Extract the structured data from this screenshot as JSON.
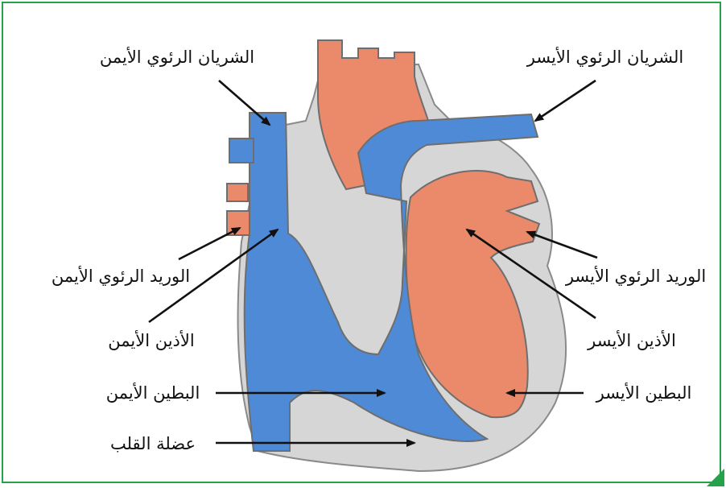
{
  "labels": {
    "right_pulmonary_artery": "الشريان الرئوي الأيمن",
    "left_pulmonary_artery": "الشريان الرئوي الأيسر",
    "right_pulmonary_vein": "الوريد الرئوي الأيمن",
    "left_pulmonary_vein": "الوريد الرئوي الأيسر",
    "right_atrium": "الأذين الأيمن",
    "left_atrium": "الأذين الأيسر",
    "right_ventricle": "البطين الأيمن",
    "left_ventricle": "البطين الأيسر",
    "heart_muscle": "عضلة القلب"
  },
  "colors": {
    "deoxygenated": "#4f8ad6",
    "oxygenated": "#ea8a6a",
    "tissue": "#d6d6d6",
    "frame": "#26a34a"
  }
}
